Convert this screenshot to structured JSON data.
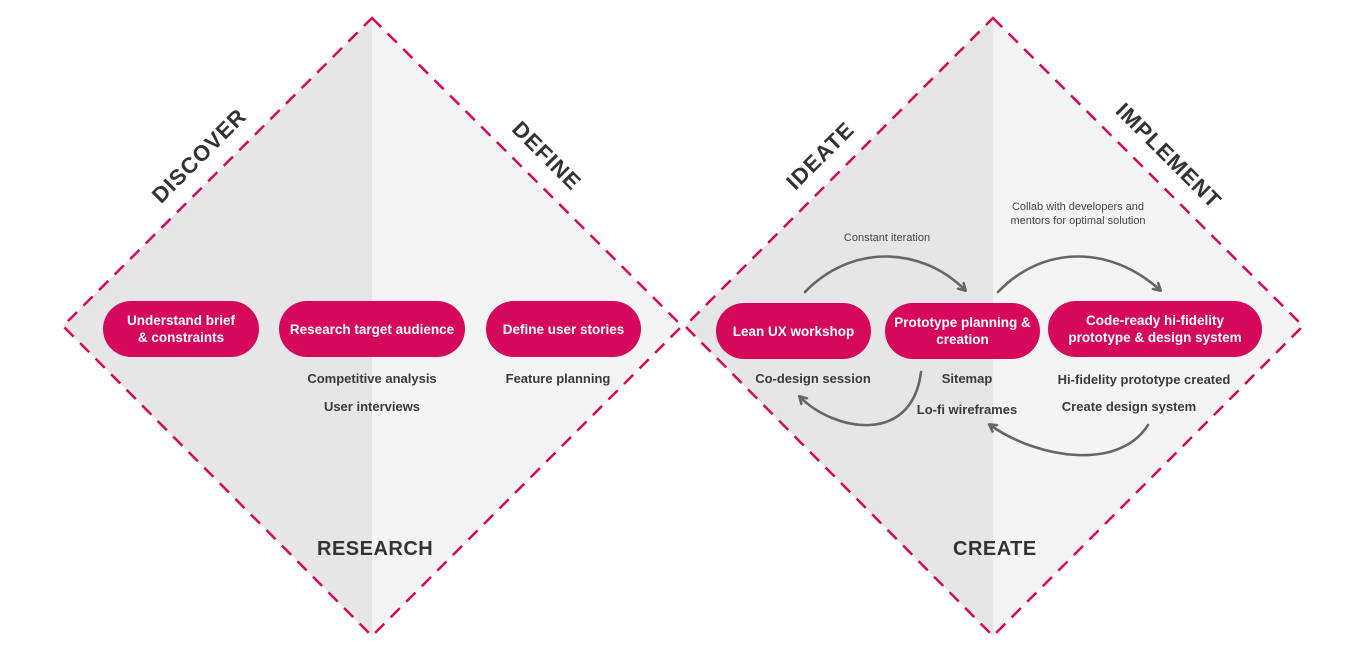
{
  "colors": {
    "accent": "#d6085b",
    "shade_dark": "#e6e6e6",
    "shade_light": "#f4f4f4",
    "text": "#333333",
    "arrow": "#666666"
  },
  "phases": {
    "discover": "DISCOVER",
    "define": "DEFINE",
    "ideate": "IDEATE",
    "implement": "IMPLEMENT"
  },
  "sections": {
    "research": "RESEARCH",
    "create": "CREATE"
  },
  "steps": {
    "understand": "Understand brief & constraints",
    "research_audience": "Research target audience",
    "define_stories": "Define user stories",
    "lean_ux": "Lean UX workshop",
    "prototype_planning": "Prototype planning & creation",
    "code_ready": "Code-ready hi-fidelity prototype & design system"
  },
  "activities": {
    "competitive_analysis": "Competitive analysis",
    "user_interviews": "User interviews",
    "feature_planning": "Feature planning",
    "co_design": "Co-design session",
    "sitemap": "Sitemap",
    "lofi_wireframes": "Lo-fi wireframes",
    "hifi_created": "Hi-fidelity prototype created",
    "create_design_system": "Create design system"
  },
  "annotations": {
    "constant_iteration": "Constant iteration",
    "collab": "Collab with developers and mentors for optimal solution"
  }
}
